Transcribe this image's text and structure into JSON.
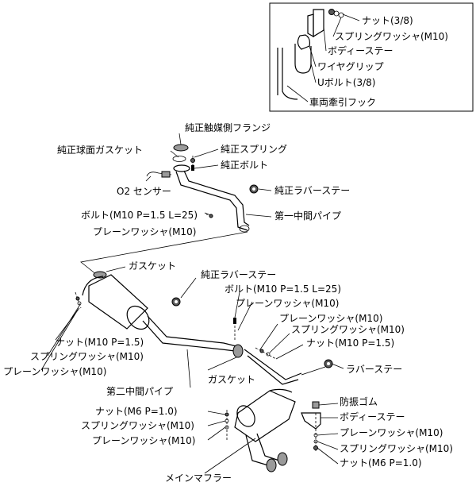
{
  "inset": {
    "labels": {
      "nut": "ナット(3/8)",
      "spring_washer": "スプリングワッシャ(M10)",
      "body_stay": "ボディーステー",
      "wire_grip": "ワイヤグリップ",
      "u_bolt": "Uボルト(3/8)",
      "tow_hook": "車両牽引フック"
    }
  },
  "front": {
    "labels": {
      "catalyst_flange": "純正触媒側フランジ",
      "ball_gasket": "純正球面ガスケット",
      "spring": "純正スプリング",
      "bolt": "純正ボルト",
      "o2_sensor": "O2 センサー",
      "rubber_stay": "純正ラバーステー",
      "bolt_m10": "ボルト(M10 P=1.5 L=25)",
      "plain_washer": "プレーンワッシャ(M10)",
      "first_pipe": "第一中間パイプ"
    }
  },
  "middle": {
    "labels": {
      "gasket": "ガスケット",
      "rubber_stay": "純正ラバーステー",
      "bolt_m10": "ボルト(M10 P=1.5 L=25)",
      "plain_washer_r": "プレーンワッシャ(M10)",
      "nut_m10": "ナット(M10 P=1.5)",
      "spring_washer_l": "スプリングワッシャ(M10)",
      "plain_washer_l": "プレーンワッシャ(M10)",
      "plain_washer_2": "プレーンワッシャ(M10)",
      "spring_washer_2": "スプリングワッシャ(M10)",
      "nut_m10_2": "ナット(M10 P=1.5)",
      "rubber_stay_2": "ラバーステー",
      "second_pipe": "第二中間パイプ",
      "gasket_2": "ガスケット"
    }
  },
  "rear": {
    "labels": {
      "anti_vibration_rubber": "防振ゴム",
      "body_stay": "ボディーステー",
      "plain_washer_r": "プレーンワッシャ(M10)",
      "spring_washer_r": "スプリングワッシャ(M10)",
      "nut_m6_r": "ナット(M6 P=1.0)",
      "nut_m6_l": "ナット(M6 P=1.0)",
      "spring_washer_l": "スプリングワッシャ(M10)",
      "plain_washer_l": "プレーンワッシャ(M10)",
      "main_muffler": "メインマフラー"
    }
  }
}
